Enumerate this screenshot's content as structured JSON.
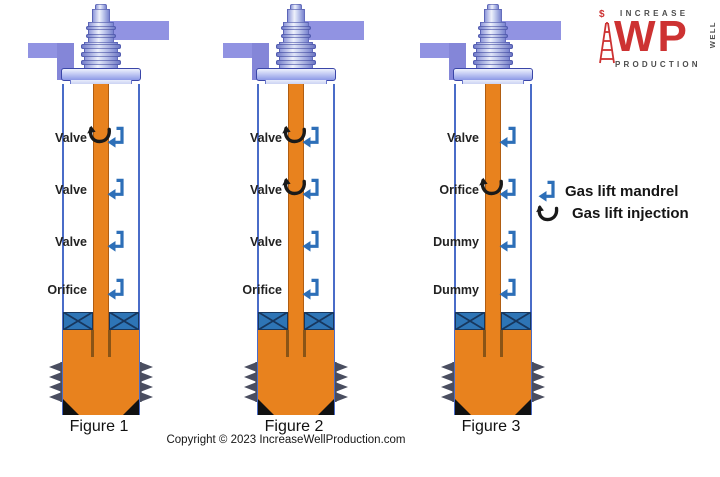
{
  "palette": {
    "tubing-orange": "#e8821e",
    "fluid-orange": "#e8821e",
    "packer-blue": "#2e75b6",
    "packer-line": "#17375e",
    "mandrel-blue": "#2d6fb8",
    "injection-black": "#1a1a1a",
    "arm-purple": "#9193e2",
    "arm-purple-dark": "#8486d8",
    "casing-border": "#4a6cc8",
    "perf-gray": "#4a4e60",
    "logo-red": "#cd3232",
    "logo-gray": "#4d4d4d"
  },
  "figures": [
    {
      "caption": "Figure 1",
      "rows": [
        {
          "label": "Valve",
          "injection": true
        },
        {
          "label": "Valve",
          "injection": false
        },
        {
          "label": "Valve",
          "injection": false
        },
        {
          "label": "Orifice",
          "injection": false
        }
      ]
    },
    {
      "caption": "Figure 2",
      "rows": [
        {
          "label": "Valve",
          "injection": true
        },
        {
          "label": "Valve",
          "injection": true
        },
        {
          "label": "Valve",
          "injection": false
        },
        {
          "label": "Orifice",
          "injection": false
        }
      ]
    },
    {
      "caption": "Figure 3",
      "rows": [
        {
          "label": "Valve",
          "injection": false
        },
        {
          "label": "Orifice",
          "injection": true
        },
        {
          "label": "Dummy",
          "injection": false
        },
        {
          "label": "Dummy",
          "injection": false
        }
      ]
    }
  ],
  "legend": {
    "items": [
      {
        "icon": "gas-lift-mandrel-icon",
        "label": "Gas lift mandrel"
      },
      {
        "icon": "gas-lift-injection-icon",
        "label": "Gas lift injection"
      }
    ]
  },
  "footer": {
    "copyright": "Copyright © 2023 IncreaseWellProduction.com"
  },
  "logo": {
    "dollar": "$",
    "top": "INCREASE",
    "acronym": "WP",
    "side": "WELL",
    "bottom": "PRODUCTION"
  }
}
